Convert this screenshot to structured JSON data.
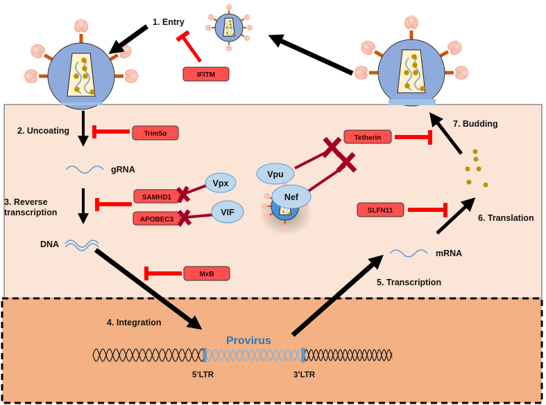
{
  "title": "HIV replication cycle and host restriction factors",
  "colors": {
    "cytoplasm": "#fbe5d6",
    "nucleus": "#f4b183",
    "virion_envelope": "#8faadc",
    "virion_core": "#fff2cc",
    "spike_stem": "#c55a11",
    "spike_head": "#f4b9a8",
    "rna_strand": "#5b9bd5",
    "core_dots": "#bf9000",
    "restriction_factor_fill": "#ff5050",
    "inhibit_bar": "#ff0000",
    "accessory_fill": "#bdd7ee",
    "counteract_line": "#a50021",
    "arrow": "#000000",
    "provirus_text": "#2e75b6",
    "provirus_helix": "#7fb1e0"
  },
  "steps": [
    {
      "id": "entry",
      "label": "1. Entry"
    },
    {
      "id": "uncoating",
      "label": "2. Uncoating"
    },
    {
      "id": "reverse-transcription",
      "line1": "3. Reverse",
      "line2": "transcription"
    },
    {
      "id": "integration",
      "label": "4. Integration"
    },
    {
      "id": "transcription",
      "label": "5. Transcription"
    },
    {
      "id": "translation",
      "label": "6. Translation"
    },
    {
      "id": "budding",
      "label": "7. Budding"
    }
  ],
  "molecules": {
    "grna": "gRNA",
    "dna": "DNA",
    "mrna": "mRNA",
    "provirus": "Provirus",
    "ltr5": "5’LTR",
    "ltr3": "3’LTR"
  },
  "restriction_factors": [
    {
      "id": "ifitm",
      "label": "IFITM",
      "blocks": "1. Entry"
    },
    {
      "id": "trim5a",
      "label": "Trim5α",
      "blocks": "2. Uncoating"
    },
    {
      "id": "samhd1",
      "label": "SAMHD1",
      "blocks": "3. Reverse transcription",
      "counteracted_by": "Vpx"
    },
    {
      "id": "apobec3",
      "label": "APOBEC3",
      "blocks": "3. Reverse transcription",
      "counteracted_by": "VIF"
    },
    {
      "id": "mxb",
      "label": "MxB",
      "blocks": "4. Integration"
    },
    {
      "id": "slfn11",
      "label": "SLFN11",
      "blocks": "6. Translation"
    },
    {
      "id": "tetherin",
      "label": "Tetherin",
      "blocks": "7. Budding",
      "counteracted_by": [
        "Vpu",
        "Nef"
      ]
    }
  ],
  "accessory_proteins": [
    {
      "id": "vpx",
      "label": "Vpx"
    },
    {
      "id": "vpu",
      "label": "Vpu"
    },
    {
      "id": "vif",
      "label": "VIF"
    },
    {
      "id": "nef",
      "label": "Nef"
    }
  ],
  "regions": {
    "cytoplasm": "cell cytoplasm",
    "nucleus": "nucleus"
  }
}
